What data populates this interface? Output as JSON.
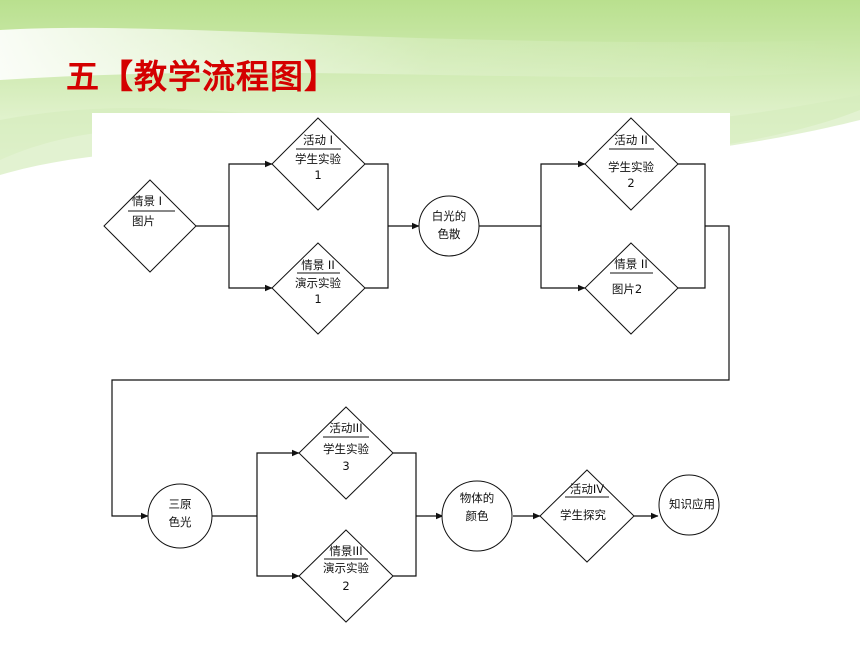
{
  "slide": {
    "title": "五【教学流程图】"
  },
  "flowchart": {
    "nodes": {
      "scene1": {
        "shape": "diamond",
        "lines": [
          "情景 I",
          "图片"
        ]
      },
      "activity1": {
        "shape": "diamond",
        "lines": [
          "活动 I",
          "学生实验",
          "1"
        ]
      },
      "scene2a": {
        "shape": "diamond",
        "lines": [
          "情景 II",
          "演示实验",
          "1"
        ]
      },
      "dispersion": {
        "shape": "circle",
        "lines": [
          "白光的",
          "色散"
        ]
      },
      "activity2": {
        "shape": "diamond",
        "lines": [
          "活动 II",
          "学生实验",
          "2"
        ]
      },
      "scene2b": {
        "shape": "diamond",
        "lines": [
          "情景 II",
          "图片2"
        ]
      },
      "primary": {
        "shape": "circle",
        "lines": [
          "三原",
          "色光"
        ]
      },
      "activity3": {
        "shape": "diamond",
        "lines": [
          "活动III",
          "学生实验",
          "3"
        ]
      },
      "scene3": {
        "shape": "diamond",
        "lines": [
          "情景III",
          "演示实验",
          "2"
        ]
      },
      "objcolor": {
        "shape": "circle",
        "lines": [
          "物体的",
          "颜色"
        ]
      },
      "activity4": {
        "shape": "diamond",
        "lines": [
          "活动IV",
          "学生探究"
        ]
      },
      "apply": {
        "shape": "circle",
        "lines": [
          "知识应用"
        ]
      }
    }
  },
  "colors": {
    "title": "#d40000",
    "banner_light": "#eaf5d8",
    "banner_mid": "#a8d878",
    "line": "#111111"
  }
}
